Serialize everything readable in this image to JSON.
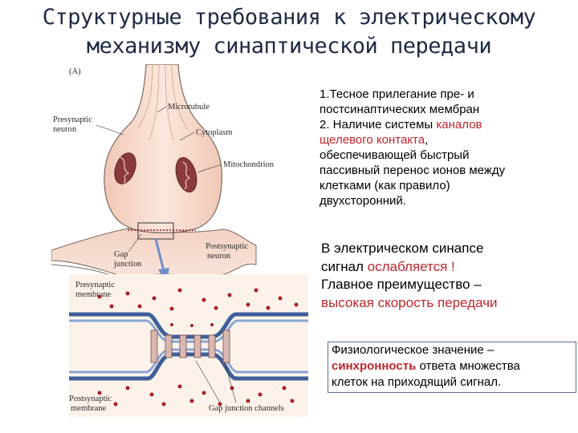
{
  "title": {
    "line1": "Структурные требования к электрическому",
    "line2": "механизму синаптической передачи"
  },
  "figure": {
    "panel_label": "(A)",
    "labels": {
      "microtubule": "Microtubule",
      "presynaptic_neuron_1": "Presynaptic",
      "presynaptic_neuron_2": "neuron",
      "cytoplasm": "Cytoplasm",
      "mitochondrion": "Mitochondrion",
      "postsynaptic_neuron_1": "Postsynaptic",
      "postsynaptic_neuron_2": "neuron",
      "gap_junction_1": "Gap",
      "gap_junction_2": "junction",
      "presynaptic_membrane_1": "Presynaptic",
      "presynaptic_membrane_2": "membrane",
      "postsynaptic_membrane_1": "Postsynaptic",
      "postsynaptic_membrane_2": "membrane",
      "gap_junction_channels": "Gap junction channels"
    },
    "colors": {
      "neuron_fill": "#f4d7c8",
      "membrane_blue": "#3f5f9a",
      "dot_red": "#a8202a"
    }
  },
  "block1": {
    "line1": "1.Тесное прилегание пре- и",
    "line2": "постсинаптических мембран",
    "line3": " 2. Наличие системы ",
    "line3_red": "каналов",
    "line4_red": "щелевого контакта",
    "line4_rest": ",",
    "line5": "обеспечивающей быстрый",
    "line6": "пассивный перенос ионов между",
    "line7": "клетками (как правило)",
    "line8": "двухсторонний."
  },
  "block2": {
    "line1": "В электрическом синапсе",
    "line2": "сигнал ",
    "line2_red": "ослабляется !",
    "line3": "Главное преимущество –",
    "line4_red": "высокая скорость передачи"
  },
  "block3": {
    "line1": "Физиологическое значение –",
    "line2_red": "синхронность",
    "line2_rest": " ответа множества",
    "line3": "клеток на приходящий сигнал."
  }
}
